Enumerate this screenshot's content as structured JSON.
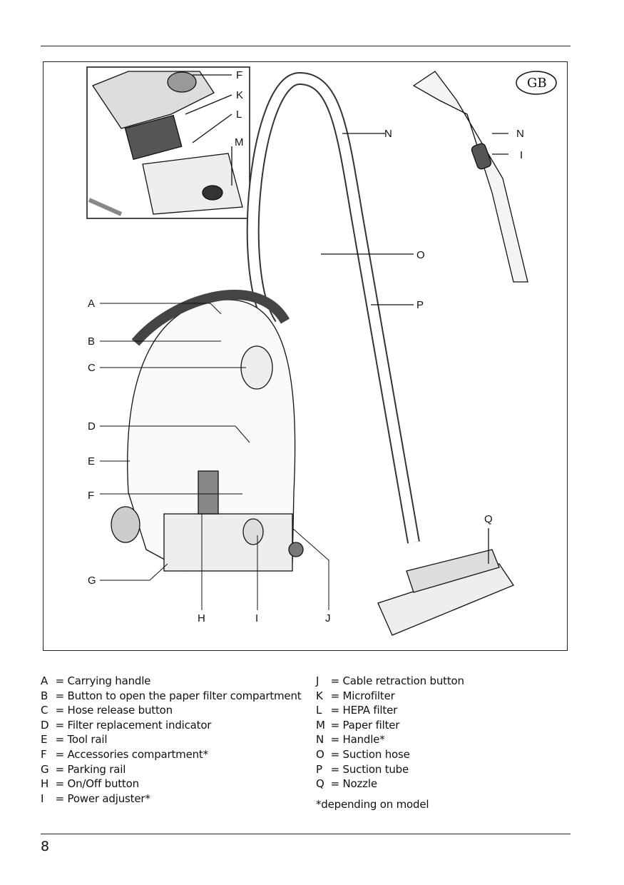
{
  "badge": "GB",
  "figure_labels": {
    "inset": [
      "F",
      "K",
      "L",
      "M"
    ],
    "handle": [
      "N",
      "I"
    ],
    "main": {
      "A": "A",
      "B": "B",
      "C": "C",
      "D": "D",
      "E": "E",
      "F": "F",
      "G": "G",
      "H": "H",
      "I": "I",
      "J": "J",
      "N": "N",
      "O": "O",
      "P": "P",
      "Q": "Q"
    }
  },
  "legend_left": [
    {
      "key": "A",
      "text": "= Carrying handle"
    },
    {
      "key": "B",
      "text": "= Button to open the paper filter compartment"
    },
    {
      "key": "C",
      "text": "= Hose release button"
    },
    {
      "key": "D",
      "text": "= Filter replacement indicator"
    },
    {
      "key": "E",
      "text": "= Tool rail"
    },
    {
      "key": "F",
      "text": "= Accessories compartment*"
    },
    {
      "key": "G",
      "text": "= Parking rail"
    },
    {
      "key": "H",
      "text": "= On/Off button"
    },
    {
      "key": "I",
      "text": "= Power adjuster*"
    }
  ],
  "legend_right": [
    {
      "key": "J",
      "text": "= Cable retraction button"
    },
    {
      "key": "K",
      "text": "= Microfilter"
    },
    {
      "key": "L",
      "text": "= HEPA filter"
    },
    {
      "key": "M",
      "text": "= Paper filter"
    },
    {
      "key": "N",
      "text": "= Handle*"
    },
    {
      "key": "O",
      "text": "= Suction hose"
    },
    {
      "key": "P",
      "text": "= Suction tube"
    },
    {
      "key": "Q",
      "text": "= Nozzle"
    }
  ],
  "footnote": "*depending on model",
  "page_number": "8"
}
